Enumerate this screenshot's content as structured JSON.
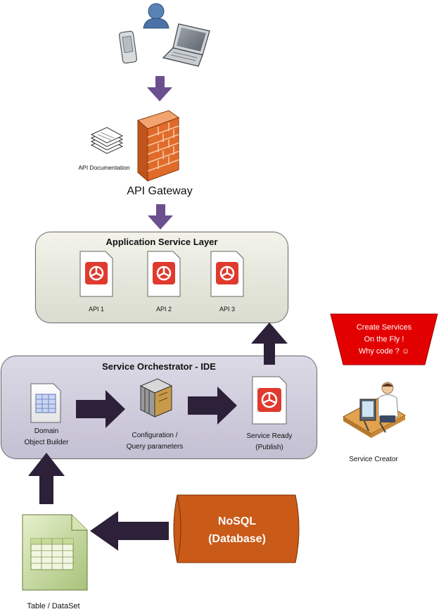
{
  "gateway": {
    "docs_label": "API Documentation",
    "title": "API Gateway"
  },
  "app_layer": {
    "title": "Application Service Layer",
    "apis": [
      "API 1",
      "API 2",
      "API 3"
    ]
  },
  "orchestrator": {
    "title": "Service Orchestrator - IDE",
    "builder_line1": "Domain",
    "builder_line2": "Object Builder",
    "config_line1": "Configuration /",
    "config_line2": "Query parameters",
    "ready_line1": "Service Ready",
    "ready_line2": "(Publish)"
  },
  "callout": {
    "line1": "Create Services",
    "line2": "On the Fly !",
    "line3": "Why  code ? ☺"
  },
  "creator_label": "Service Creator",
  "database": {
    "line1": "NoSQL",
    "line2": "(Database)"
  },
  "table_label": "Table / DataSet",
  "colors": {
    "arrow_purple": "#6b4f8f",
    "arrow_dark": "#2c2138",
    "firewall": "#e06b2a",
    "database": "#c95a18",
    "callout": "#e30000",
    "api_icon": "#e03a2e"
  }
}
